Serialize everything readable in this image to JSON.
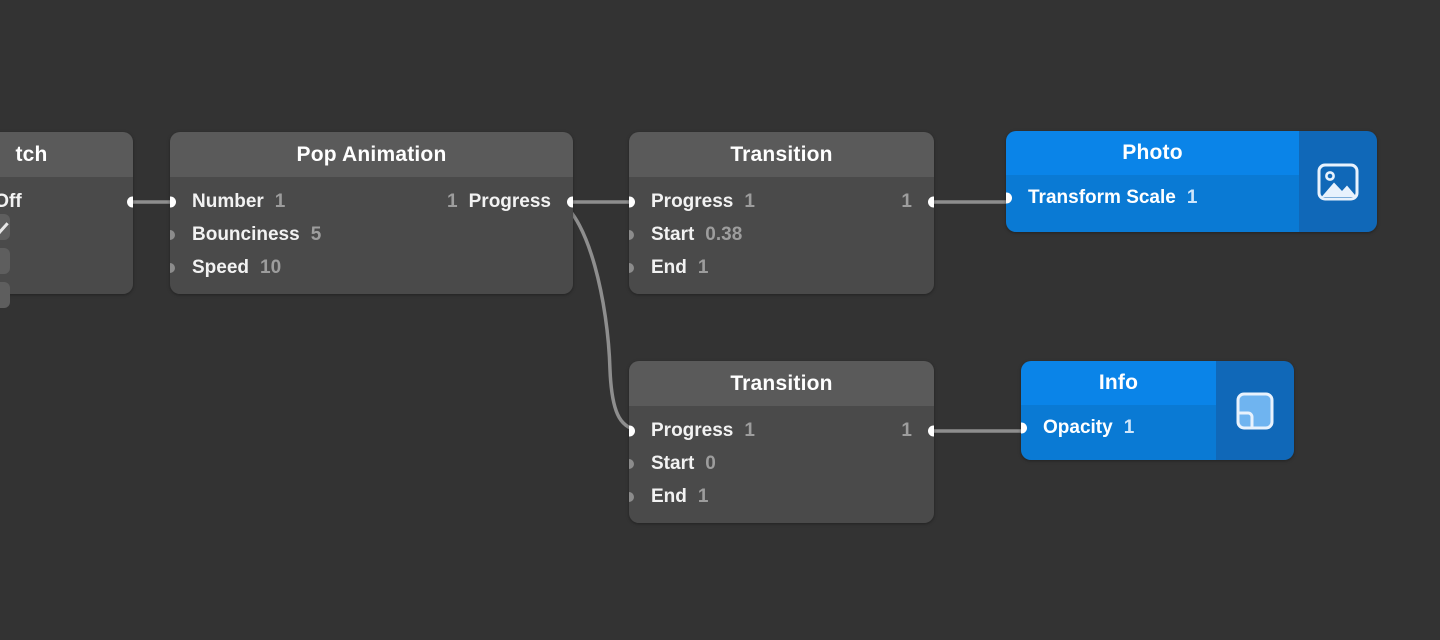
{
  "canvas": {
    "background_color": "#333333",
    "wire_color": "#8e8e8e"
  },
  "theme": {
    "node_header_grey": "#5a5a5a",
    "node_body_grey": "#4a4a4a",
    "node_header_blue": "#0a84e8",
    "node_body_blue": "#0a7ad4",
    "icon_panel_blue": "#1068b8",
    "port_connected": "#ffffff",
    "port_unconnected": "#8c8c8c",
    "label_color": "#f2f2f2",
    "value_color": "#9d9d9d"
  },
  "nodes": [
    {
      "id": "switch",
      "title": "tch",
      "kind": "grey",
      "clipped": "left",
      "inputs": [],
      "outputs": [
        {
          "label": "On / Off",
          "value": "",
          "connected": true
        }
      ]
    },
    {
      "id": "pop-animation",
      "title": "Pop Animation",
      "kind": "grey",
      "inputs": [
        {
          "label": "Number",
          "value": "1",
          "connected": true
        },
        {
          "label": "Bounciness",
          "value": "5",
          "connected": false
        },
        {
          "label": "Speed",
          "value": "10",
          "connected": false
        }
      ],
      "outputs": [
        {
          "label": "Progress",
          "value": "1",
          "connected": true
        }
      ]
    },
    {
      "id": "transition-top",
      "title": "Transition",
      "kind": "grey",
      "inputs": [
        {
          "label": "Progress",
          "value": "1",
          "connected": true
        },
        {
          "label": "Start",
          "value": "0.38",
          "connected": false
        },
        {
          "label": "End",
          "value": "1",
          "connected": false
        }
      ],
      "outputs": [
        {
          "label": "",
          "value": "1",
          "connected": true
        }
      ]
    },
    {
      "id": "transition-bottom",
      "title": "Transition",
      "kind": "grey",
      "inputs": [
        {
          "label": "Progress",
          "value": "1",
          "connected": true
        },
        {
          "label": "Start",
          "value": "0",
          "connected": false
        },
        {
          "label": "End",
          "value": "1",
          "connected": false
        }
      ],
      "outputs": [
        {
          "label": "",
          "value": "1",
          "connected": true
        }
      ]
    },
    {
      "id": "photo",
      "title": "Photo",
      "kind": "blue",
      "icon": "photo-icon",
      "inputs": [
        {
          "label": "Transform Scale",
          "value": "1",
          "connected": true
        }
      ],
      "outputs": []
    },
    {
      "id": "info",
      "title": "Info",
      "kind": "blue",
      "icon": "info-layer-icon",
      "inputs": [
        {
          "label": "Opacity",
          "value": "1",
          "connected": true
        }
      ],
      "outputs": []
    }
  ],
  "connections": [
    {
      "from": "switch.On / Off",
      "to": "pop-animation.Number"
    },
    {
      "from": "pop-animation.Progress",
      "to": "transition-top.Progress"
    },
    {
      "from": "pop-animation.Progress",
      "to": "transition-bottom.Progress"
    },
    {
      "from": "transition-top.out",
      "to": "photo.Transform Scale"
    },
    {
      "from": "transition-bottom.out",
      "to": "info.Opacity"
    }
  ]
}
